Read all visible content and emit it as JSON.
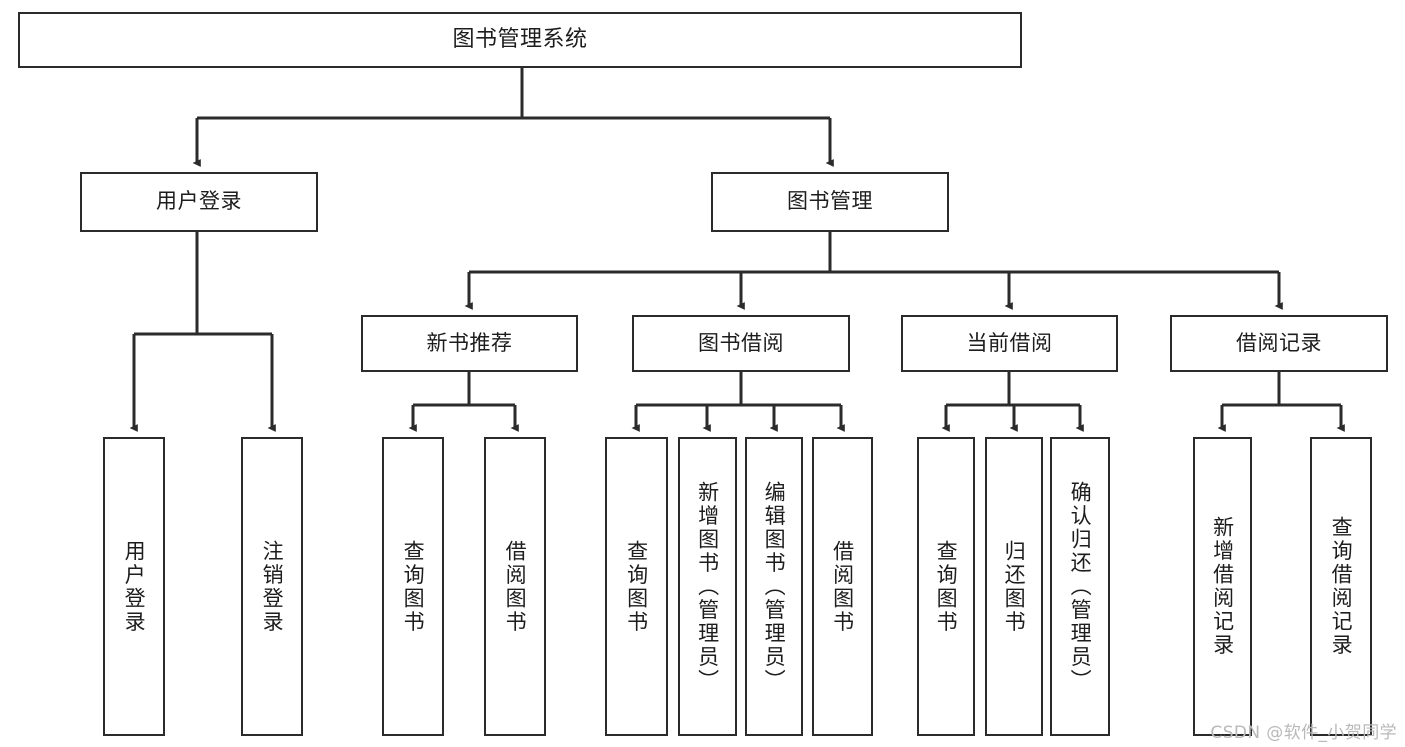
{
  "diagram": {
    "type": "tree",
    "title": "图书管理系统",
    "watermark": "CSDN @软件_小贺同学",
    "colors": {
      "stroke": "#2b2b2b",
      "fill": "#ffffff",
      "text": "#1d1d1d",
      "watermark": "#b9b9b9"
    },
    "nodes": {
      "root": "图书管理系统",
      "level2": [
        "用户登录",
        "图书管理"
      ],
      "level3": [
        "新书推荐",
        "图书借阅",
        "当前借阅",
        "借阅记录"
      ],
      "leaves": {
        "user_login": [
          "用户登录",
          "注销登录"
        ],
        "new_book": [
          "查询图书",
          "借阅图书"
        ],
        "book_borrow": [
          "查询图书",
          "新增图书（管理员）",
          "编辑图书（管理员）",
          "借阅图书"
        ],
        "current_borrow": [
          "查询图书",
          "归还图书",
          "确认归还（管理员）"
        ],
        "borrow_record": [
          "新增借阅记录",
          "查询借阅记录"
        ]
      }
    }
  }
}
